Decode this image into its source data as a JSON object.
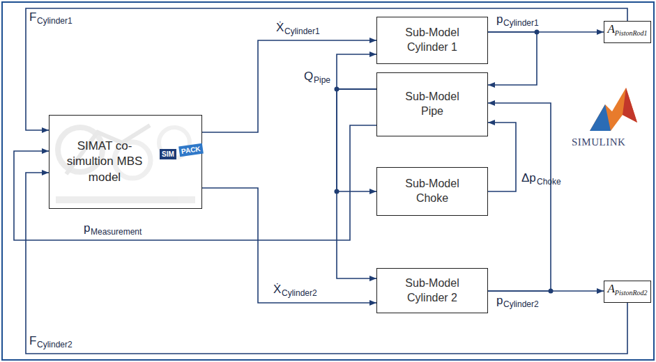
{
  "diagram": {
    "nodes": [
      {
        "text": [
          "SIMAT co-simultion MBS model"
        ]
      },
      {
        "text": [
          "Sub-Model Cylinder 1"
        ]
      },
      {
        "text": [
          "Sub-Model Pipe"
        ]
      },
      {
        "text": [
          "Sub-Model Choke"
        ]
      },
      {
        "text": [
          "Sub-Model Cylinder 2"
        ]
      },
      {
        "text": [
          "A",
          "PistonRod1"
        ]
      },
      {
        "text": [
          "A",
          "PistonRod2"
        ]
      }
    ],
    "edges": [
      {
        "from": 0,
        "to": 1,
        "arrow": "to"
      },
      {
        "from": 0,
        "to": 4,
        "arrow": "to"
      },
      {
        "from": 1,
        "to": 5,
        "arrow": "to"
      },
      {
        "from": 1,
        "to": 2,
        "arrow": "to"
      },
      {
        "from": 4,
        "to": 6,
        "arrow": "to"
      },
      {
        "from": 4,
        "to": 2,
        "arrow": "to"
      },
      {
        "from": 2,
        "to": 1,
        "arrow": "to"
      },
      {
        "from": 2,
        "to": 3,
        "arrow": "to"
      },
      {
        "from": 2,
        "to": 4,
        "arrow": "to"
      },
      {
        "from": 3,
        "to": 2,
        "arrow": "to"
      },
      {
        "from": 2,
        "to": 0,
        "arrow": "to"
      },
      {
        "from": 5,
        "to": 0,
        "arrow": "to"
      },
      {
        "from": 6,
        "to": 0,
        "arrow": "to"
      }
    ],
    "labels": [
      "F",
      "Cylinder1",
      "Ẋ",
      "Cylinder1",
      "p",
      "Cylinder1",
      "Q",
      "Pipe",
      "p",
      "Measurement",
      "Δp",
      "Choke",
      "Ẋ",
      "Cylinder2",
      "p",
      "Cylinder2",
      "F",
      "Cylinder2",
      "SIM",
      "PACK",
      "SIMULINK"
    ]
  }
}
